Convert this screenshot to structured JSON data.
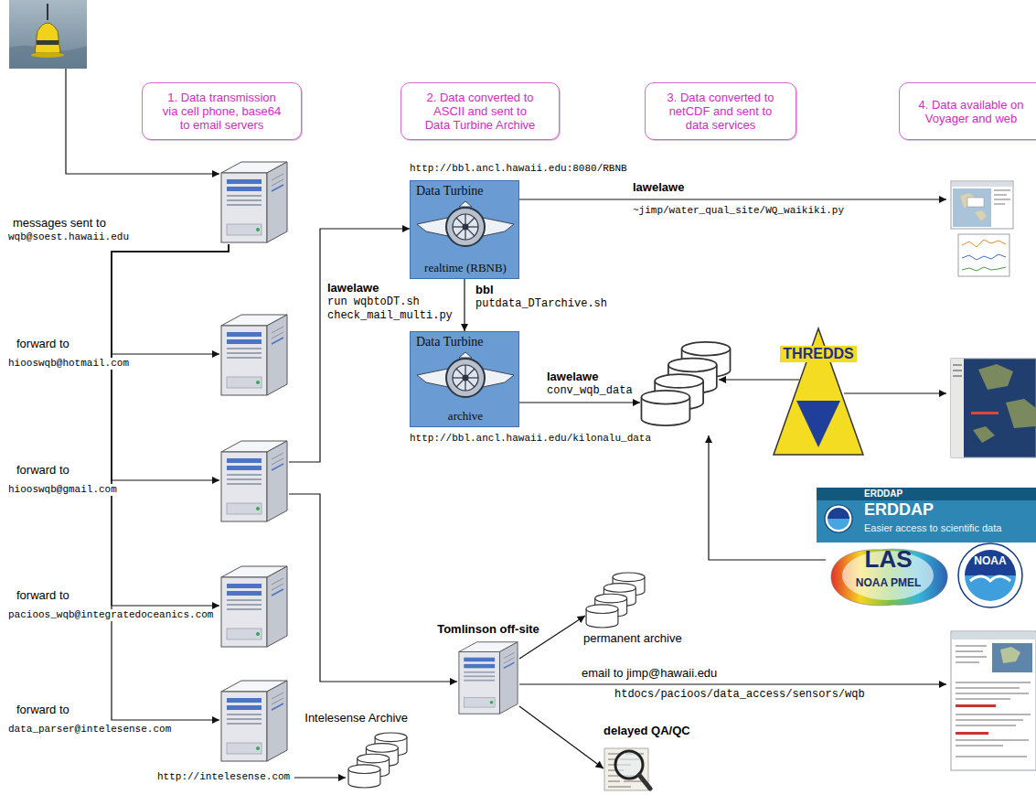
{
  "diagram": {
    "nodes": [
      {
        "text": [
          "1. Data transmission via cell phone, base64 to email servers"
        ]
      },
      {
        "text": [
          "2. Data converted to ASCII and sent to Data Turbine Archive"
        ]
      },
      {
        "text": [
          "3. Data converted to netCDF and sent to data services"
        ]
      },
      {
        "text": [
          "4. Data available on Voyager and web"
        ]
      },
      {
        "text": [
          "messages sent to",
          "wqb@soest.hawaii.edu"
        ]
      },
      {
        "text": [
          "Data Turbine",
          "realtime (RBNB)"
        ]
      },
      {
        "text": [
          "forward to",
          "hiooswqb@hotmail.com"
        ]
      },
      {
        "text": [
          "Data Turbine",
          "archive"
        ]
      },
      {
        "text": [
          "THREDDS"
        ]
      },
      {
        "text": [
          "forward to",
          "hiooswqb@gmail.com"
        ]
      },
      {
        "text": [
          "ERDDAP",
          "ERDDAP",
          "Easier access to scientific data"
        ]
      },
      {
        "text": [
          "LAS",
          "NOAA PMEL"
        ]
      },
      {
        "text": [
          "NOAA"
        ]
      },
      {
        "text": [
          "forward to",
          "pacioos_wqb@integratedoceanics.com"
        ]
      },
      {
        "text": [
          "Tomlinson off-site"
        ]
      },
      {
        "text": [
          "permanent archive"
        ]
      },
      {
        "text": [
          "forward to",
          "data_parser@intelesense.com"
        ]
      },
      {
        "text": [
          "Intelesense Archive"
        ]
      },
      {
        "text": [
          "delayed QA/QC"
        ]
      }
    ],
    "edges": [
      {
        "from": 4,
        "to": 6,
        "arrow": "to"
      },
      {
        "from": 4,
        "to": 9,
        "arrow": "to"
      },
      {
        "from": 4,
        "to": 13,
        "arrow": "to"
      },
      {
        "from": 4,
        "to": 16,
        "arrow": "to"
      },
      {
        "from": 9,
        "to": 5,
        "arrow": "to"
      },
      {
        "from": 5,
        "to": 7,
        "arrow": "to"
      },
      {
        "from": 9,
        "to": 14,
        "arrow": "to"
      },
      {
        "from": 14,
        "to": 15,
        "arrow": "to"
      },
      {
        "from": 14,
        "to": 18,
        "arrow": "to"
      }
    ],
    "labels": [
      "http://bbl.ancl.hawaii.edu:8080/RBNB",
      "lawelawe",
      "~jimp/water_qual_site/WQ_waikiki.py",
      "lawelawe",
      "run wqbtoDT.sh",
      "check_mail_multi.py",
      "bbl",
      "putdata_DTarchive.sh",
      "lawelawe",
      "conv_wqb_data",
      "http://bbl.ancl.hawaii.edu/kilonalu_data",
      "email to jimp@hawaii.edu",
      "htdocs/pacioos/data_access/sensors/wqb",
      "http://intelesense.com"
    ]
  }
}
